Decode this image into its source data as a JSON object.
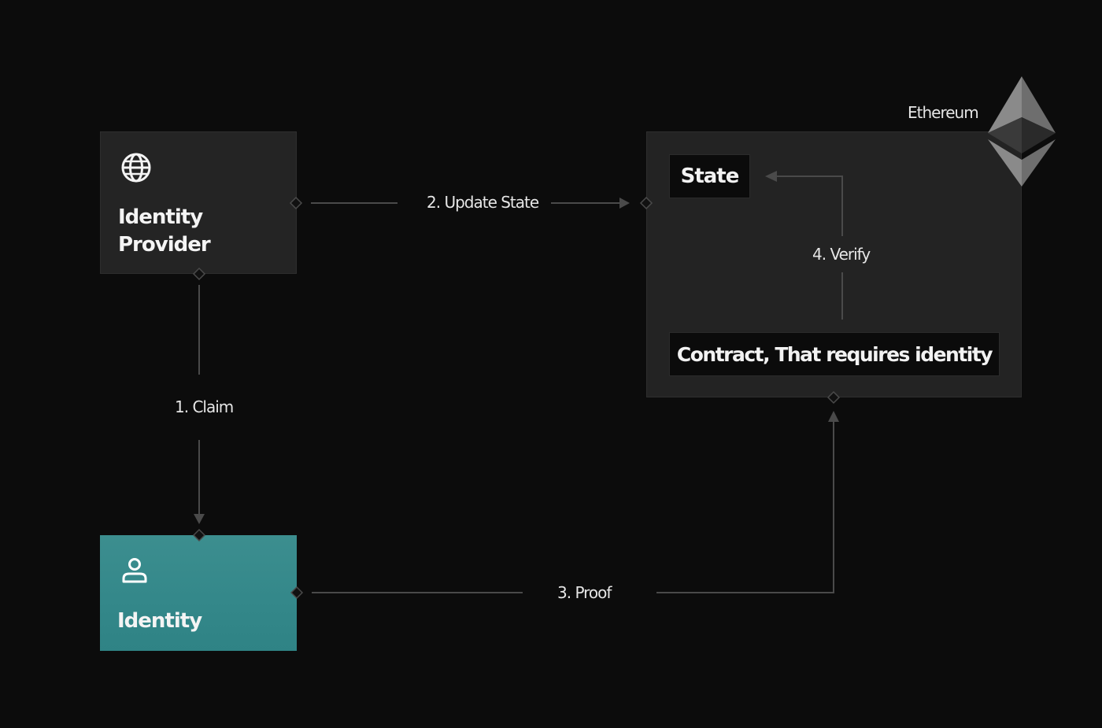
{
  "nodes": {
    "identity_provider": {
      "title_line1": "Identity",
      "title_line2": "Provider",
      "icon": "globe-icon"
    },
    "identity": {
      "title": "Identity",
      "icon": "person-icon"
    },
    "ethereum": {
      "label": "Ethereum",
      "icon": "ethereum-logo",
      "state": "State",
      "contract": "Contract, That requires identity"
    }
  },
  "edges": {
    "claim": "1. Claim",
    "update_state": "2. Update State",
    "proof": "3. Proof",
    "verify": "4. Verify"
  },
  "colors": {
    "background": "#0c0c0c",
    "dark_node": "#242424",
    "identity_node": "#378a8b",
    "inner_box": "#0b0b0b",
    "connector": "#4a4a4a"
  }
}
